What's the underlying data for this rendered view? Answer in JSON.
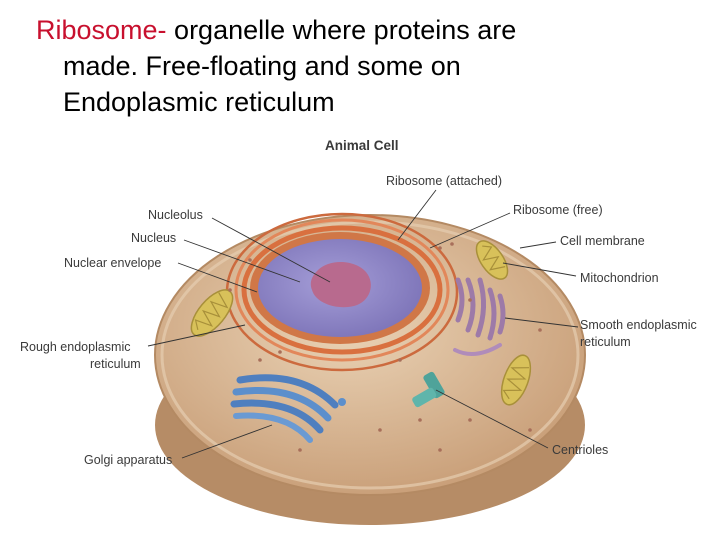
{
  "heading": {
    "term": "Ribosome-",
    "line1_rest": " organelle where proteins are",
    "line2": "made.  Free-floating and some on",
    "line3": "Endoplasmic reticulum"
  },
  "diagram": {
    "title": "Animal Cell",
    "labels": {
      "ribosome_attached": "Ribosome (attached)",
      "ribosome_free": "Ribosome (free)",
      "nucleolus": "Nucleolus",
      "nucleus": "Nucleus",
      "cell_membrane": "Cell membrane",
      "nuclear_envelope": "Nuclear envelope",
      "mitochondrion": "Mitochondrion",
      "rough_er_1": "Rough endoplasmic",
      "rough_er_2": "reticulum",
      "smooth_er_1": "Smooth endoplasmic",
      "smooth_er_2": "reticulum",
      "golgi": "Golgi apparatus",
      "centrioles": "Centrioles"
    },
    "colors": {
      "cytoplasm": "#d9b996",
      "membrane": "#c9a27d",
      "nucleus": "#8f86c6",
      "nucleolus": "#b86a8e",
      "rough_er": "#d9703f",
      "golgi": "#5a87c2",
      "mitochondrion": "#d8c15a",
      "smooth_er": "#9d7aa8",
      "centrioles": "#4fa39a"
    }
  }
}
